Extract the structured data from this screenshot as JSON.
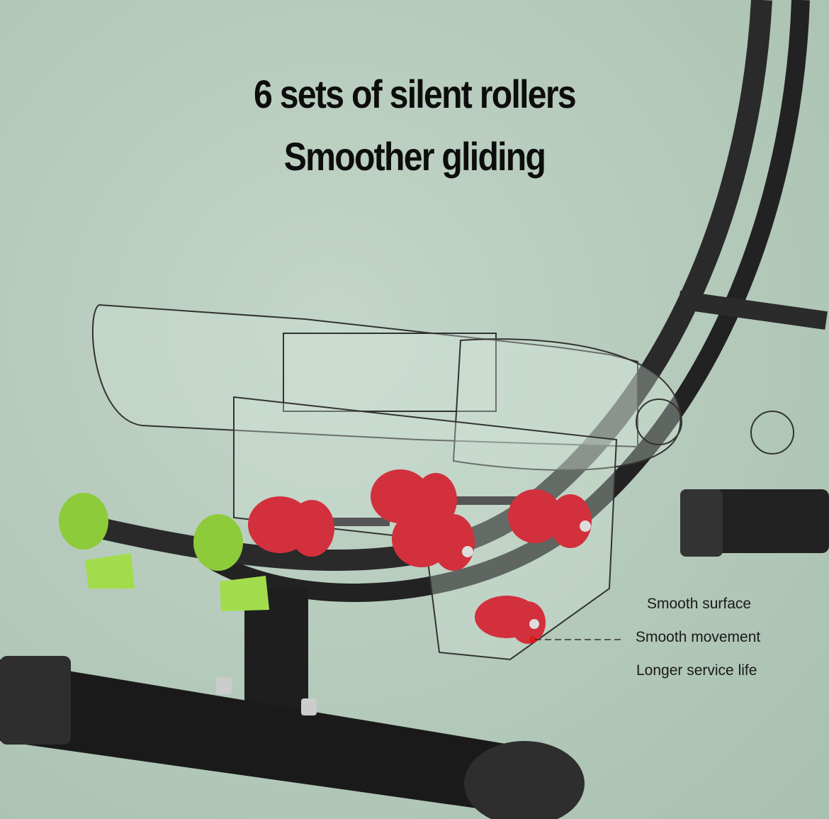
{
  "headline": {
    "line1": "6 sets of silent rollers",
    "line2": "Smoother gliding"
  },
  "features": [
    "Smooth surface",
    "Smooth movement",
    "Longer service life"
  ],
  "colors": {
    "background": "#b4cabb",
    "roller": "#d2303c",
    "cap": "#8ecb3a",
    "frame": "#1c1c1c"
  }
}
